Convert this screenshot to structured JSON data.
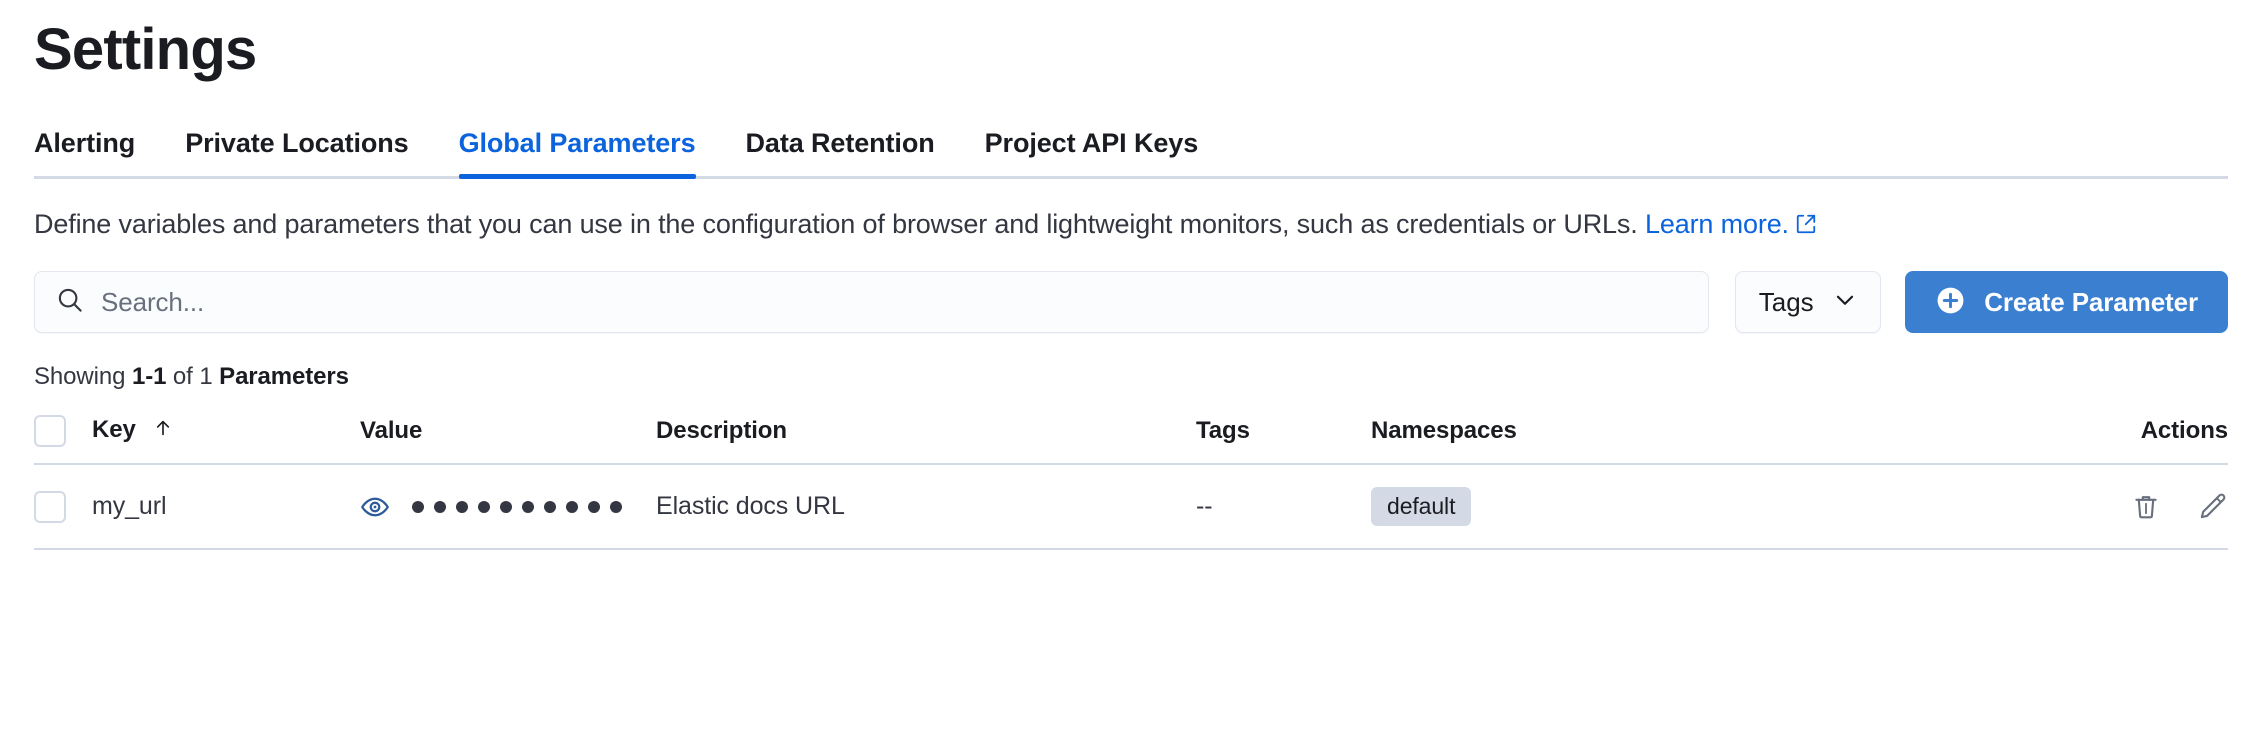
{
  "page": {
    "title": "Settings"
  },
  "tabs": [
    {
      "label": "Alerting",
      "active": false
    },
    {
      "label": "Private Locations",
      "active": false
    },
    {
      "label": "Global Parameters",
      "active": true
    },
    {
      "label": "Data Retention",
      "active": false
    },
    {
      "label": "Project API Keys",
      "active": false
    }
  ],
  "description": {
    "text": "Define variables and parameters that you can use in the configuration of browser and lightweight monitors, such as credentials or URLs.",
    "link_text": "Learn more.",
    "link_icon": "external-link-icon"
  },
  "controls": {
    "search": {
      "placeholder": "Search...",
      "value": "",
      "icon": "search-icon"
    },
    "tags_filter": {
      "label": "Tags",
      "icon": "chevron-down-icon"
    },
    "create_button": {
      "label": "Create Parameter",
      "icon": "plus-circle-icon"
    }
  },
  "results": {
    "showing_prefix": "Showing",
    "range": "1-1",
    "of": "of",
    "total": "1",
    "entity": "Parameters"
  },
  "table": {
    "columns": [
      {
        "key": "select",
        "label": ""
      },
      {
        "key": "key",
        "label": "Key",
        "sorted": "asc",
        "sort_icon": "arrow-up-icon"
      },
      {
        "key": "value",
        "label": "Value"
      },
      {
        "key": "description",
        "label": "Description"
      },
      {
        "key": "tags",
        "label": "Tags"
      },
      {
        "key": "namespaces",
        "label": "Namespaces"
      },
      {
        "key": "actions",
        "label": "Actions"
      }
    ],
    "rows": [
      {
        "selected": false,
        "key": "my_url",
        "value_masked_chars": 10,
        "value_toggle_icon": "eye-icon",
        "description": "Elastic docs URL",
        "tags": "--",
        "namespaces": [
          "default"
        ],
        "actions": [
          {
            "name": "delete",
            "icon": "trash-icon"
          },
          {
            "name": "edit",
            "icon": "pencil-icon"
          }
        ]
      }
    ]
  },
  "colors": {
    "accent_blue": "#0b64dd",
    "button_blue": "#3b7fd1",
    "eye_icon_blue": "#2d5b9a",
    "border": "#d3dae6",
    "text": "#343741",
    "badge_bg": "#d3dae6"
  }
}
